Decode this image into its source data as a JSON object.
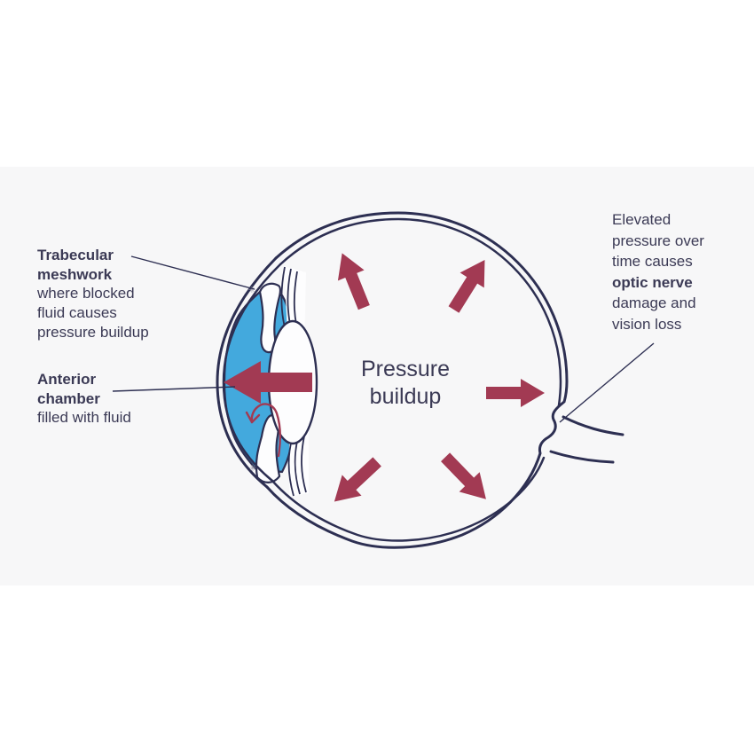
{
  "colors": {
    "background": "#ffffff",
    "panel": "#f7f7f8",
    "outline": "#2d2f52",
    "text": "#3b3a55",
    "fluid_blue": "#43a9dd",
    "arrow_maroon": "#a23a53",
    "lens_white": "#fdfdfe"
  },
  "labels": {
    "trabecular": {
      "lines": [
        {
          "text": "Trabecular"
        },
        {
          "text": "meshwork"
        },
        {
          "text": "where blocked"
        },
        {
          "text": "fluid causes"
        },
        {
          "text": "pressure buildup"
        }
      ]
    },
    "anterior": {
      "lines": [
        {
          "text": "Anterior"
        },
        {
          "text": "chamber"
        },
        {
          "text": "filled with fluid"
        }
      ]
    },
    "elevated": {
      "lines": [
        {
          "text": "Elevated"
        },
        {
          "text": "pressure over"
        },
        {
          "text": "time causes"
        },
        {
          "text": "optic nerve"
        },
        {
          "text": "damage and"
        },
        {
          "text": "vision loss"
        }
      ]
    },
    "center": {
      "lines": [
        {
          "text": "Pressure"
        },
        {
          "text": "buildup"
        }
      ]
    }
  },
  "diagram": {
    "subject": "eye cross-section with glaucoma pressure buildup",
    "pressure_arrows": [
      "up-left",
      "up-right",
      "right",
      "down-left",
      "down-right"
    ],
    "blocked_fluid_arrow": "left-into-anterior-chamber",
    "fluid_flow_arrow": "curved-down-left"
  }
}
